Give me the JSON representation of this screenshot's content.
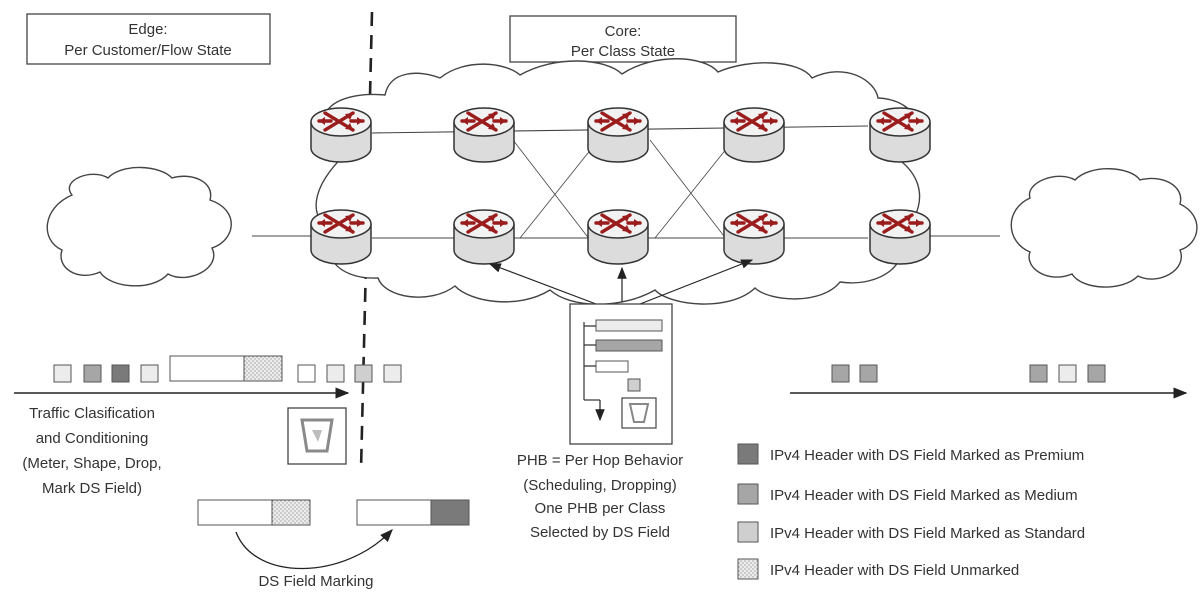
{
  "edge_box": {
    "line1": "Edge:",
    "line2": "Per Customer/Flow State"
  },
  "core_box": {
    "line1": "Core:",
    "line2": "Per Class State"
  },
  "traffic_label": [
    "Traffic Clasification",
    "and Conditioning",
    "(Meter, Shape, Drop,",
    "Mark DS Field)"
  ],
  "ds_marking_label": "DS Field Marking",
  "phb_label": [
    "PHB = Per Hop Behavior",
    "(Scheduling, Dropping)",
    "One PHB per Class",
    "Selected by DS Field"
  ],
  "legend": [
    {
      "label": "IPv4 Header with DS Field Marked as Premium",
      "color": "#7a7a7a",
      "pattern": "solid"
    },
    {
      "label": "IPv4 Header with DS Field Marked as Medium",
      "color": "#a6a6a6",
      "pattern": "solid"
    },
    {
      "label": "IPv4 Header with DS Field Marked as Standard",
      "color": "#cfcfcf",
      "pattern": "solid"
    },
    {
      "label": "IPv4 Header with DS Field Unmarked",
      "color": "#ececec",
      "pattern": "dotted"
    }
  ],
  "icons": {
    "router": "router-icon",
    "cloud": "cloud-icon",
    "meter": "meter-bucket-icon",
    "queue": "queue-scheduler-icon"
  },
  "colors": {
    "router_arrow": "#9b1c1c",
    "router_body": "#e6e6e6",
    "line": "#333333"
  }
}
